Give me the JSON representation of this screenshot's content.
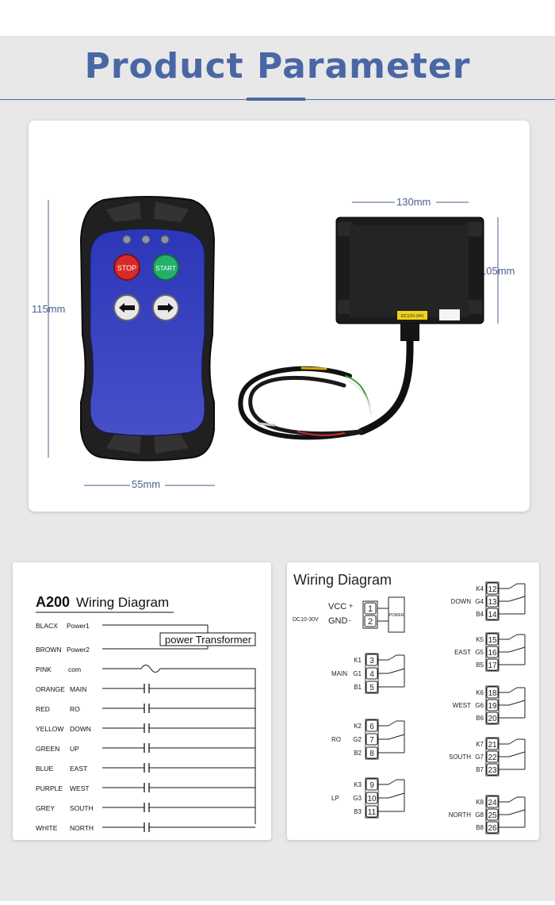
{
  "header": {
    "title": "Product Parameter"
  },
  "product": {
    "remote": {
      "button_stop": "STOP",
      "button_start": "START",
      "left_arrow_icon": "left-arrow-icon",
      "right_arrow_icon": "right-arrow-icon",
      "height": "115mm",
      "width": "55mm"
    },
    "receiver": {
      "width": "130mm",
      "height": "105mm",
      "label_voltage": "DC12V-24V"
    }
  },
  "a200": {
    "title_model": "A200",
    "title_text": "Wiring Diagram",
    "transformer_label": "power Transformer",
    "rows": [
      {
        "color": "BLACX",
        "func": "Power1"
      },
      {
        "color": "BROWN",
        "func": "Power2"
      },
      {
        "color": "PINK",
        "func": "com"
      },
      {
        "color": "ORANGE",
        "func": "MAIN"
      },
      {
        "color": "RED",
        "func": "RO"
      },
      {
        "color": "YELLOW",
        "func": "DOWN"
      },
      {
        "color": "GREEN",
        "func": "UP"
      },
      {
        "color": "BLUE",
        "func": "EAST"
      },
      {
        "color": "PURPLE",
        "func": "WEST"
      },
      {
        "color": "GREY",
        "func": "SOUTH"
      },
      {
        "color": "WHITE",
        "func": "NORTH"
      }
    ]
  },
  "wiring": {
    "title": "Wiring Diagram",
    "vcc": "VCC",
    "gnd": "GND",
    "dc_label": "DC10-30V",
    "power_label": "POWER",
    "power_terms": [
      "1",
      "2"
    ],
    "signs": [
      "+",
      "-"
    ],
    "left_groups": [
      {
        "name": "MAIN",
        "labels": [
          "K1",
          "G1",
          "B1"
        ],
        "terms": [
          "3",
          "4",
          "5"
        ]
      },
      {
        "name": "RO",
        "labels": [
          "K2",
          "G2",
          "B2"
        ],
        "terms": [
          "6",
          "7",
          "8"
        ]
      },
      {
        "name": "LP",
        "labels": [
          "K3",
          "G3",
          "B3"
        ],
        "terms": [
          "9",
          "10",
          "11"
        ]
      }
    ],
    "right_groups": [
      {
        "name": "DOWN",
        "labels": [
          "K4",
          "G4",
          "B4"
        ],
        "terms": [
          "12",
          "13",
          "14"
        ]
      },
      {
        "name": "EAST",
        "labels": [
          "K5",
          "G5",
          "B5"
        ],
        "terms": [
          "15",
          "16",
          "17"
        ]
      },
      {
        "name": "WEST",
        "labels": [
          "K6",
          "G6",
          "B6"
        ],
        "terms": [
          "18",
          "19",
          "20"
        ]
      },
      {
        "name": "SOUTH",
        "labels": [
          "K7",
          "G7",
          "B7"
        ],
        "terms": [
          "21",
          "22",
          "23"
        ]
      },
      {
        "name": "NORTH",
        "labels": [
          "K8",
          "G8",
          "B8"
        ],
        "terms": [
          "24",
          "25",
          "26"
        ]
      }
    ]
  }
}
